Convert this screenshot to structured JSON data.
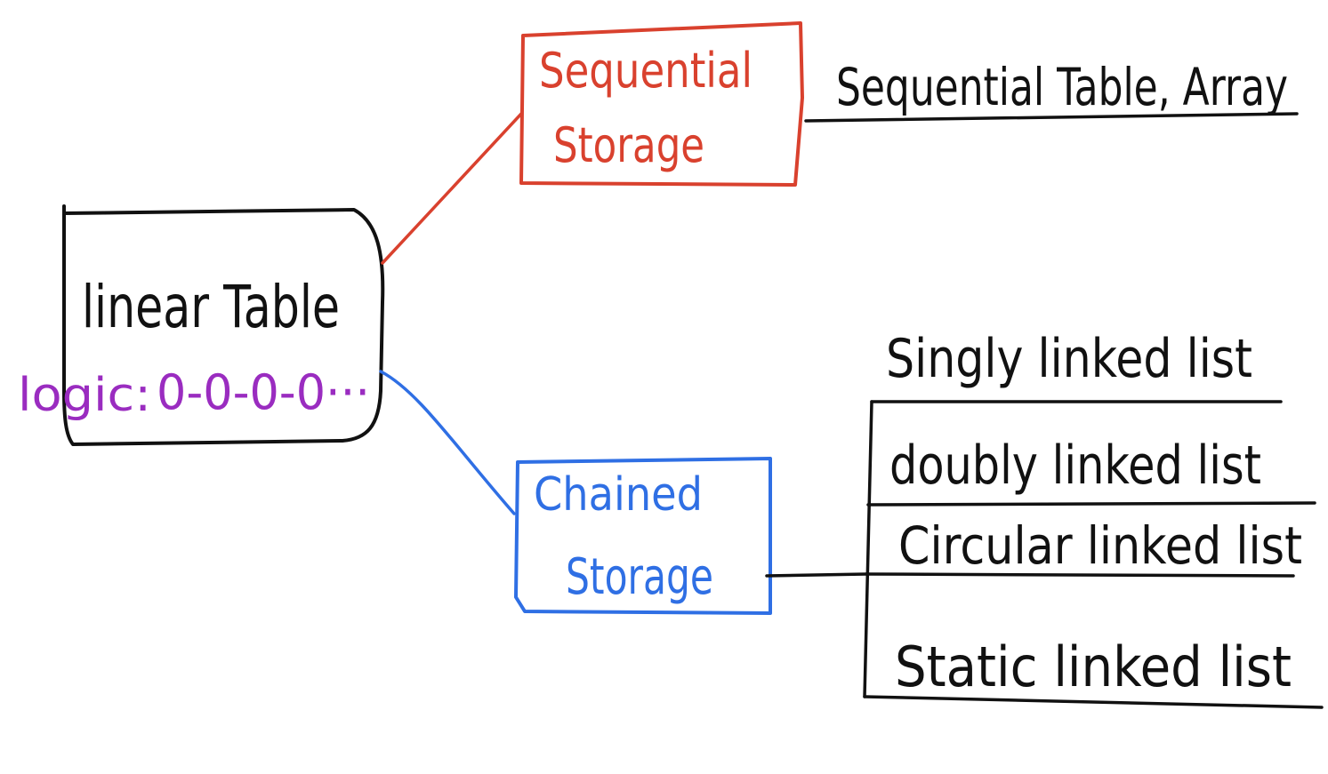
{
  "colors": {
    "ink": "#111111",
    "sequential": "#d9412e",
    "chained": "#2f6fe4",
    "logic": "#9a2cc0"
  },
  "root": {
    "label": "linear Table",
    "logic_label": "logic:",
    "logic_chain": "0-0-0-0···"
  },
  "sequential": {
    "line1": "Sequential",
    "line2": "Storage",
    "examples": "Sequential Table, Array"
  },
  "chained": {
    "line1": "Chained",
    "line2": "Storage",
    "types": [
      "Singly linked list",
      "doubly linked list",
      "Circular linked list",
      "Static linked list"
    ]
  }
}
